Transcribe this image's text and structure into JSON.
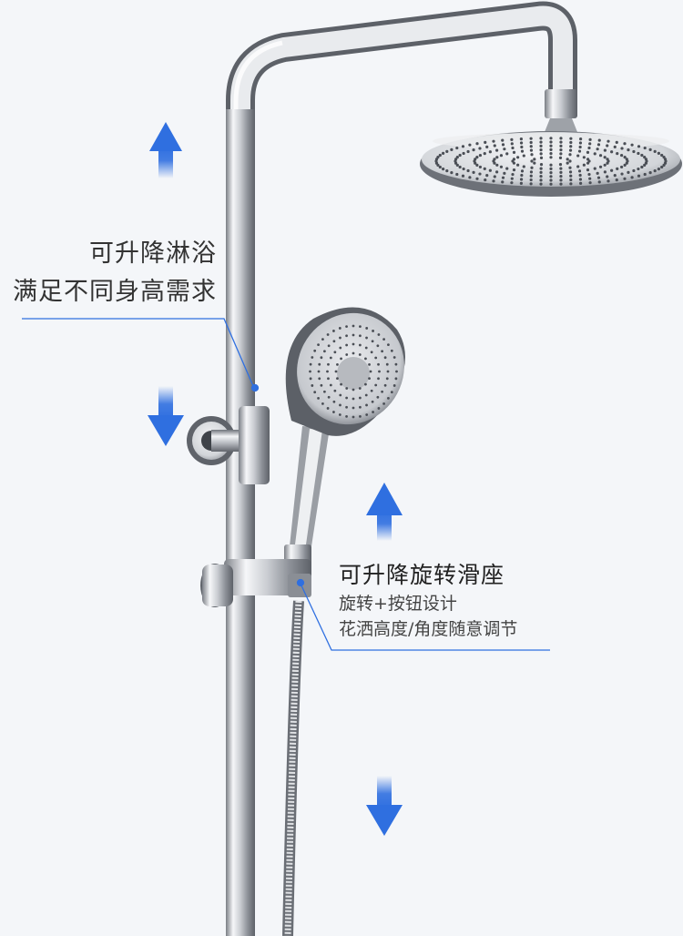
{
  "captions": {
    "height_adjust": {
      "line1": "可升降淋浴",
      "line2": "满足不同身高需求"
    },
    "slider": {
      "title": "可升降旋转滑座",
      "line1": "旋转+按钮设计",
      "line2": "花洒高度/角度随意调节"
    }
  },
  "colors": {
    "background": "#f4f6f9",
    "accent_blue": "#2f6fe0",
    "chrome_light": "#f5f6f8",
    "chrome_dark": "#6b6f76"
  }
}
